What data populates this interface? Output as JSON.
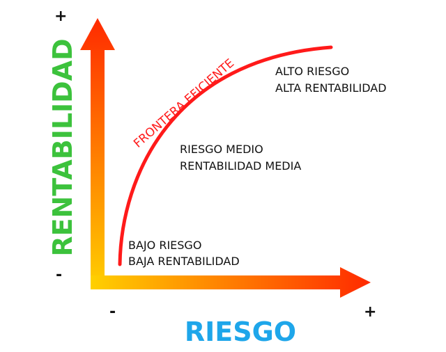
{
  "axes": {
    "y_label": "RENTABILIDAD",
    "x_label": "RIESGO",
    "y_plus": "+",
    "y_minus": "-",
    "x_minus": "-",
    "x_plus": "+"
  },
  "curve_label": "FRONTERA EFICIENTE",
  "regions": {
    "low": [
      "BAJO RIESGO",
      "BAJA RENTABILIDAD"
    ],
    "mid": [
      "RIESGO MEDIO",
      "RENTABILIDAD MEDIA"
    ],
    "high": [
      "ALTO RIESGO",
      "ALTA RENTABILIDAD"
    ]
  },
  "colors": {
    "y_label": "#3cc23c",
    "x_label": "#1ea6ea",
    "curve": "#ff1a1a",
    "arrow_start": "#ffd000",
    "arrow_end": "#ff2a00"
  }
}
